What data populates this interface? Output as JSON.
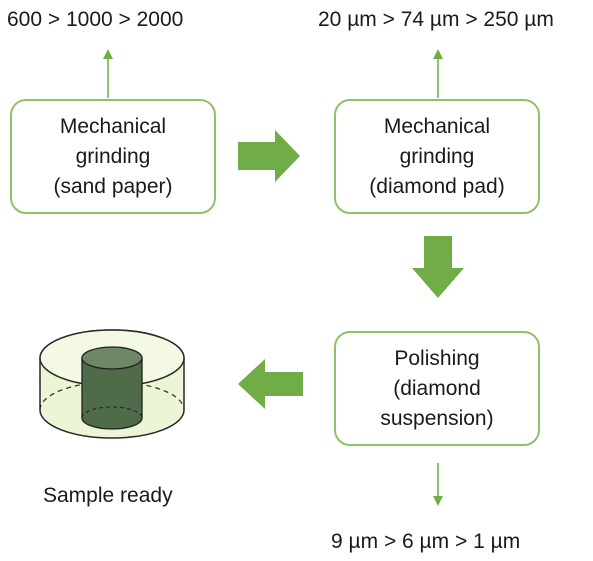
{
  "steps": [
    {
      "lines": [
        "Mechanical",
        "grinding",
        "(sand paper)"
      ],
      "params": "600  > 1000 > 2000"
    },
    {
      "lines": [
        "Mechanical",
        "grinding",
        "(diamond pad)"
      ],
      "params": "20 µm > 74 µm > 250 µm"
    },
    {
      "lines": [
        "Polishing",
        "(diamond",
        "suspension)"
      ],
      "params": "9 µm > 6 µm > 1 µm"
    }
  ],
  "result": {
    "label": "Sample ready"
  },
  "colors": {
    "box_border": "#8dc26a",
    "arrow_fill": "#70ad47",
    "thin_arrow": "#70ad47",
    "sample_outer": "#ecf5d5",
    "sample_core": "#4f6b4a"
  }
}
